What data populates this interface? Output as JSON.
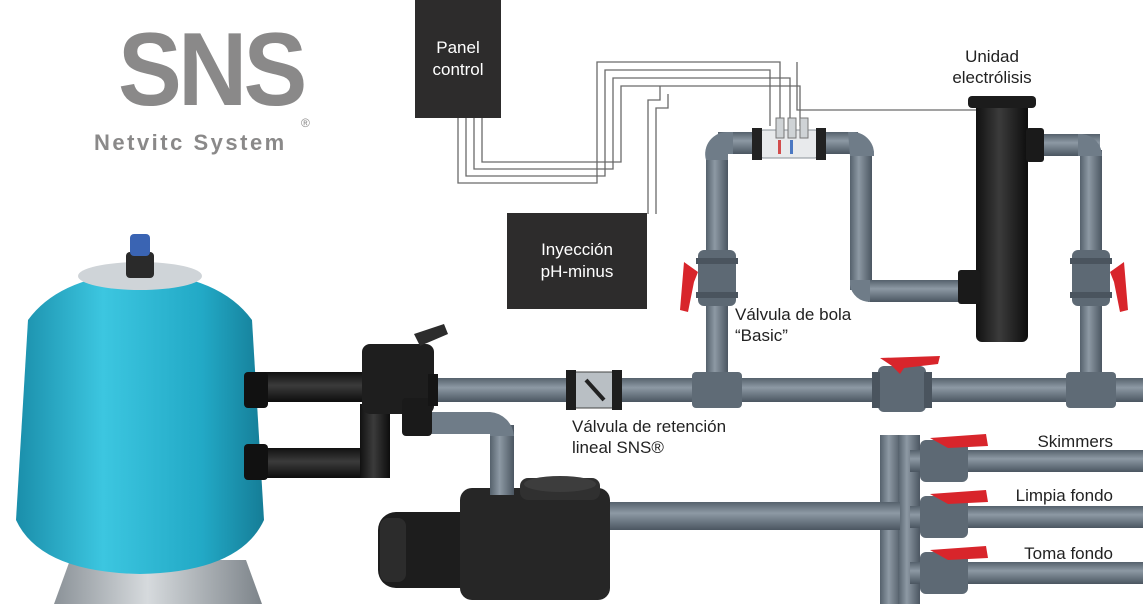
{
  "logo": {
    "name": "SNS",
    "tagline": "Netvitc System",
    "registered": "®"
  },
  "boxes": {
    "panel": {
      "line1": "Panel",
      "line2": "control"
    },
    "injection": {
      "line1": "Inyección",
      "line2": "pH-minus"
    }
  },
  "labels": {
    "electrolysis": {
      "line1": "Unidad",
      "line2": "electrólisis"
    },
    "ball_valve": {
      "line1": "Válvula de bola",
      "line2": "“Basic”"
    },
    "check_valve": {
      "line1": "Válvula de retención",
      "line2": "lineal SNS®"
    },
    "skimmers": "Skimmers",
    "bottom_clean": "Limpia fondo",
    "bottom_intake": "Toma fondo"
  },
  "colors": {
    "pipe_grey": "#6f7c88",
    "filter_blue": "#27b3cf",
    "valve_red": "#d8252b",
    "dark_component": "#2d2c2c",
    "logo_grey": "#8a8989"
  }
}
